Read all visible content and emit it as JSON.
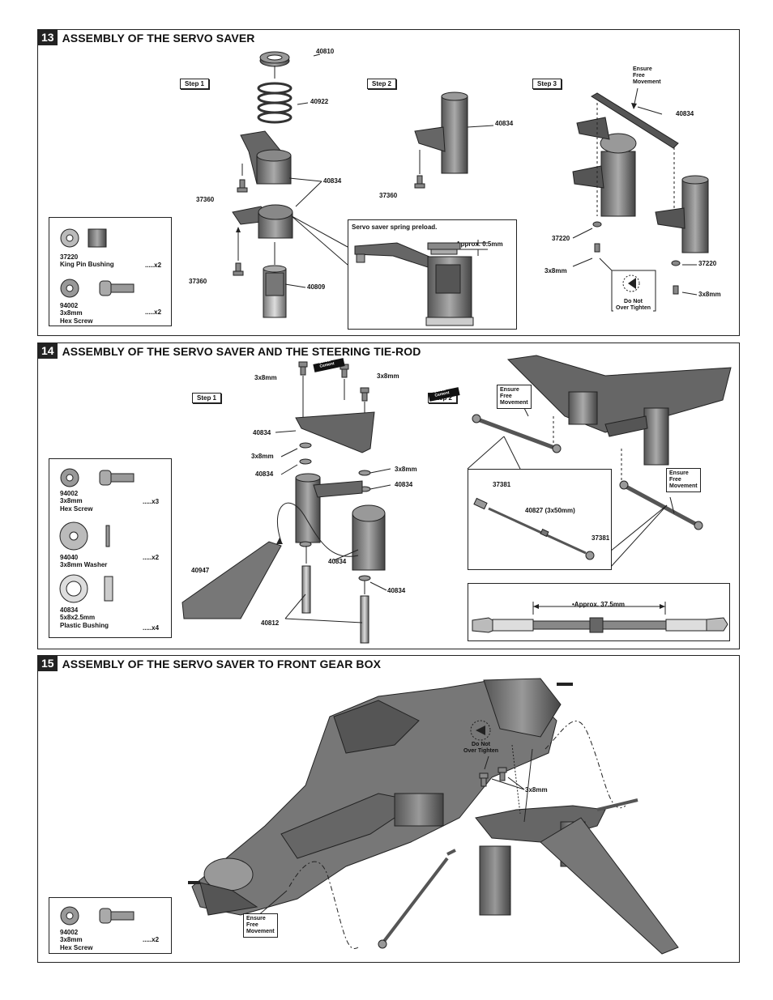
{
  "sections": [
    {
      "number": "13",
      "title": "ASSEMBLY OF THE SERVO SAVER",
      "steps": [
        "Step 1",
        "Step 2",
        "Step 3"
      ],
      "labels": [
        "40810",
        "40922",
        "40834",
        "37360",
        "37360",
        "40809",
        "40834",
        "37360",
        "40834",
        "37220",
        "3x8mm",
        "37220",
        "3x8mm"
      ],
      "notes": {
        "ensure": "Ensure\nFree\nMovement",
        "no_tighten": "Do Not\nOver Tighten"
      },
      "inset": {
        "title": "Servo saver spring preload.",
        "dimension": "•Approx. 0.5mm"
      },
      "parts": [
        {
          "code": "37220",
          "name": "King Pin Bushing",
          "qty": ".....x2"
        },
        {
          "code": "94002",
          "name": "3x8mm\nHex Screw",
          "qty": ".....x2"
        }
      ]
    },
    {
      "number": "14",
      "title": "ASSEMBLY OF THE SERVO SAVER AND THE STEERING TIE-ROD",
      "steps": [
        "Step 1",
        "Step 2"
      ],
      "labels": [
        "3x8mm",
        "3x8mm",
        "40834",
        "3x8mm",
        "40834",
        "3x8mm",
        "40834",
        "40834",
        "40947",
        "40834",
        "40812",
        "37381",
        "40827 (3x50mm)",
        "37381"
      ],
      "tags": [
        "Screw\nCement",
        "Screw\nCement"
      ],
      "notes": {
        "ensure_a": "Ensure\nFree\nMovement",
        "ensure_b": "Ensure\nFree\nMovement"
      },
      "dimension": "•Approx.  37.5mm",
      "parts": [
        {
          "code": "94002",
          "name": "3x8mm\nHex Screw",
          "qty": ".....x3"
        },
        {
          "code": "94040",
          "name": "3x8mm Washer",
          "qty": ".....x2"
        },
        {
          "code": "40834",
          "name": "5x8x2.5mm\nPlastic Bushing",
          "qty": ".....x4"
        }
      ]
    },
    {
      "number": "15",
      "title": "ASSEMBLY OF THE SERVO SAVER TO  FRONT GEAR BOX",
      "labels": [
        "3x8mm"
      ],
      "notes": {
        "no_tighten": "Do Not\nOver Tighten",
        "ensure": "Ensure\nFree\nMovement"
      },
      "parts": [
        {
          "code": "94002",
          "name": "3x8mm\nHex Screw",
          "qty": ".....x2"
        }
      ]
    }
  ]
}
